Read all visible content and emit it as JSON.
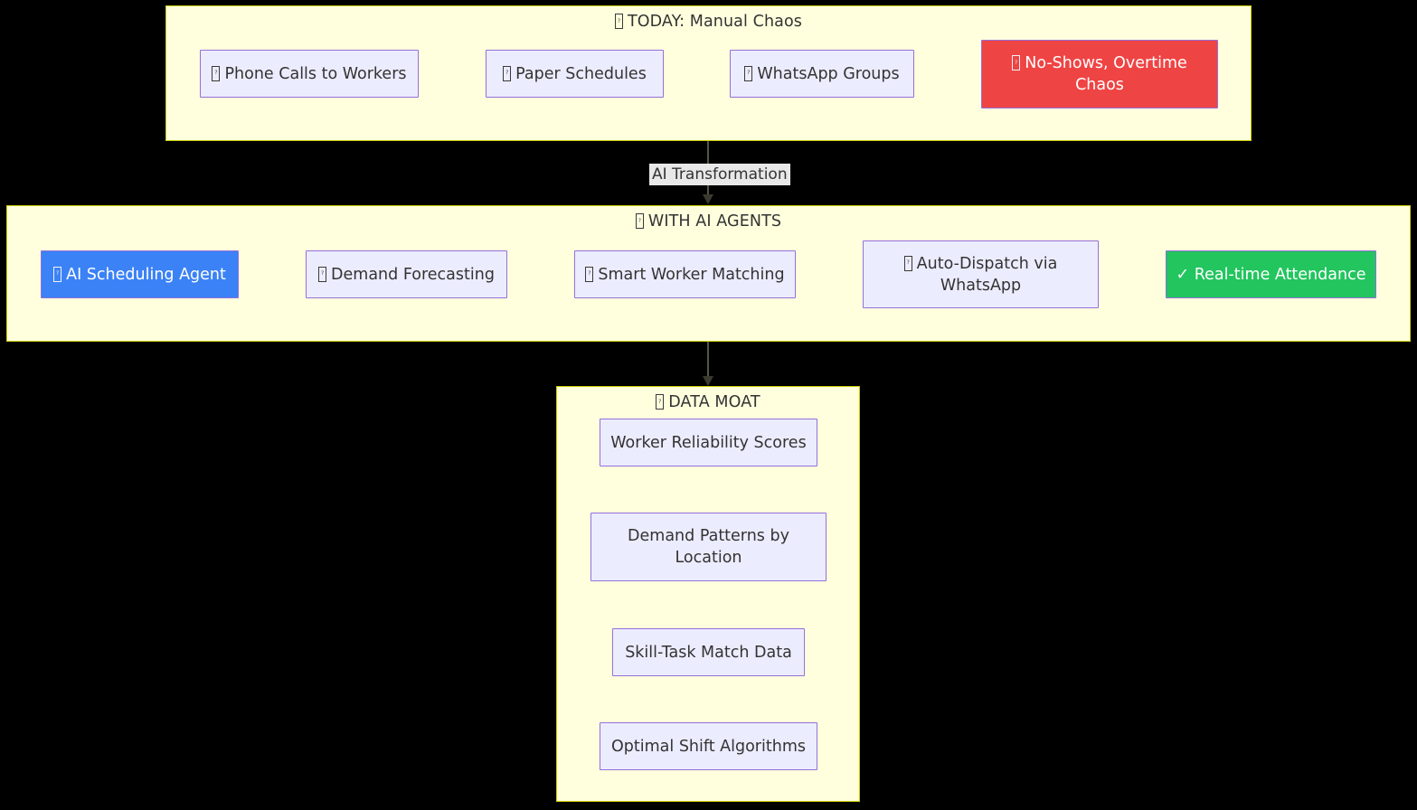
{
  "diagram": {
    "background_color": "#000000",
    "subgraph_fill": "#ffffde",
    "subgraph_border": "#cdcd00",
    "node_fill": "#ececff",
    "node_border": "#9370db",
    "text_color": "#333333",
    "edge_color": "#6b6b52",
    "accent_bad": "#ef4444",
    "accent_agent": "#3b82f6",
    "accent_good": "#22c55e"
  },
  "groups": {
    "today": {
      "title": "TODAY: Manual Chaos",
      "title_icon": "missing-glyph-icon",
      "nodes": [
        {
          "id": "phone-calls",
          "label": "Phone Calls to Workers",
          "icon": "missing-glyph-icon",
          "style": "default"
        },
        {
          "id": "paper-schedules",
          "label": "Paper Schedules",
          "icon": "missing-glyph-icon",
          "style": "default"
        },
        {
          "id": "whatsapp-groups",
          "label": "WhatsApp Groups",
          "icon": "missing-glyph-icon",
          "style": "default"
        },
        {
          "id": "no-shows",
          "label": "No-Shows, Overtime Chaos",
          "icon": "missing-glyph-icon",
          "style": "bad"
        }
      ]
    },
    "ai": {
      "title": "WITH AI AGENTS",
      "title_icon": "missing-glyph-icon",
      "nodes": [
        {
          "id": "ai-scheduling-agent",
          "label": "AI Scheduling Agent",
          "icon": "missing-glyph-icon",
          "style": "agent"
        },
        {
          "id": "demand-forecasting",
          "label": "Demand Forecasting",
          "icon": "missing-glyph-icon",
          "style": "default"
        },
        {
          "id": "smart-worker-matching",
          "label": "Smart Worker Matching",
          "icon": "missing-glyph-icon",
          "style": "default"
        },
        {
          "id": "auto-dispatch",
          "label": "Auto-Dispatch via WhatsApp",
          "icon": "missing-glyph-icon",
          "style": "default"
        },
        {
          "id": "realtime-attendance",
          "label": "Real-time Attendance",
          "icon": "check-icon",
          "icon_glyph": "✓",
          "style": "good"
        }
      ]
    },
    "moat": {
      "title": "DATA MOAT",
      "title_icon": "missing-glyph-icon",
      "nodes": [
        {
          "id": "worker-reliability-scores",
          "label": "Worker Reliability Scores",
          "style": "default"
        },
        {
          "id": "demand-patterns",
          "label": "Demand Patterns by Location",
          "style": "default"
        },
        {
          "id": "skill-task-match",
          "label": "Skill-Task Match Data",
          "style": "default"
        },
        {
          "id": "optimal-shift-algorithms",
          "label": "Optimal Shift Algorithms",
          "style": "default"
        }
      ]
    }
  },
  "edges": {
    "transformation_label": "AI Transformation"
  }
}
